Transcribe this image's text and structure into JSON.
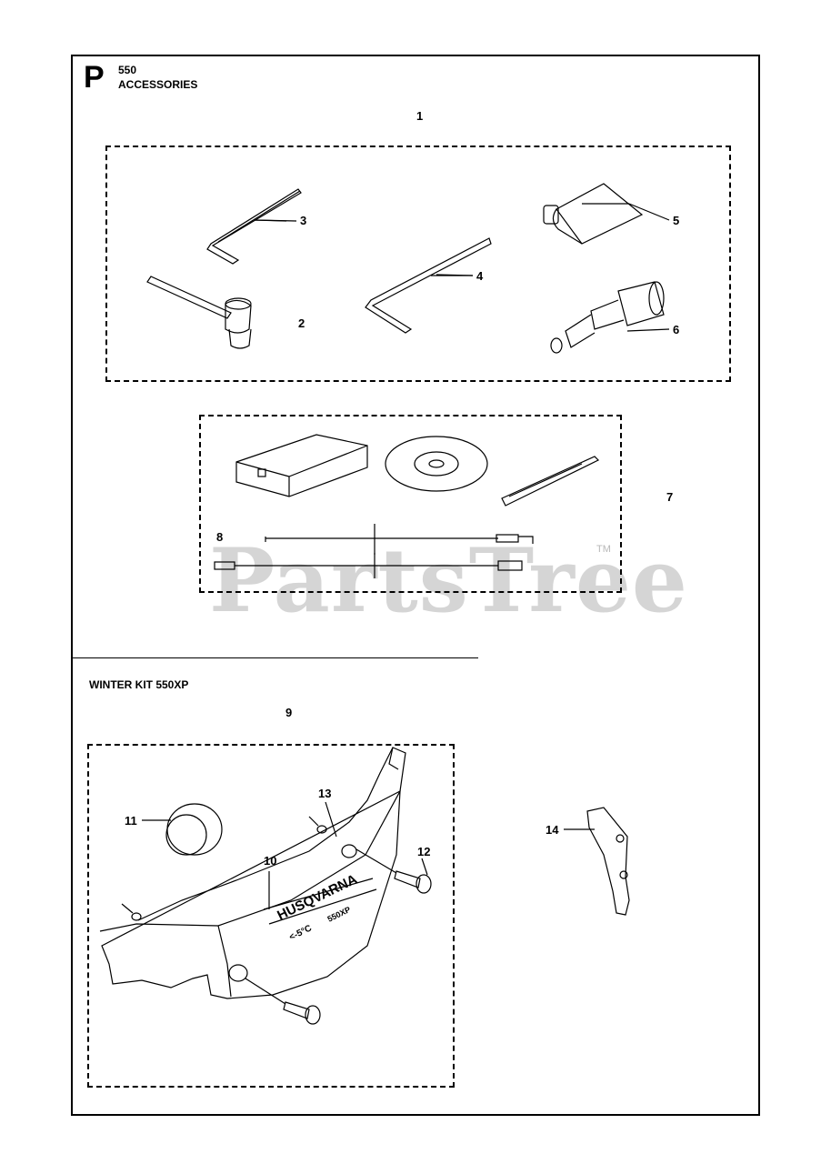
{
  "header": {
    "letter": "P",
    "model": "550",
    "title": "ACCESSORIES"
  },
  "watermark": {
    "text": "PartsTree",
    "tm": "TM"
  },
  "callouts": {
    "c1": "1",
    "c2": "2",
    "c3": "3",
    "c4": "4",
    "c5": "5",
    "c6": "6",
    "c7": "7",
    "c8": "8",
    "c9": "9",
    "c10": "10",
    "c11": "11",
    "c12": "12",
    "c13": "13",
    "c14": "14"
  },
  "winter_kit": {
    "title": "WINTER KIT 550XP"
  },
  "cover_logo": {
    "brand": "HUSQVARNA",
    "temp": "<-5°C",
    "model": "550XP"
  }
}
